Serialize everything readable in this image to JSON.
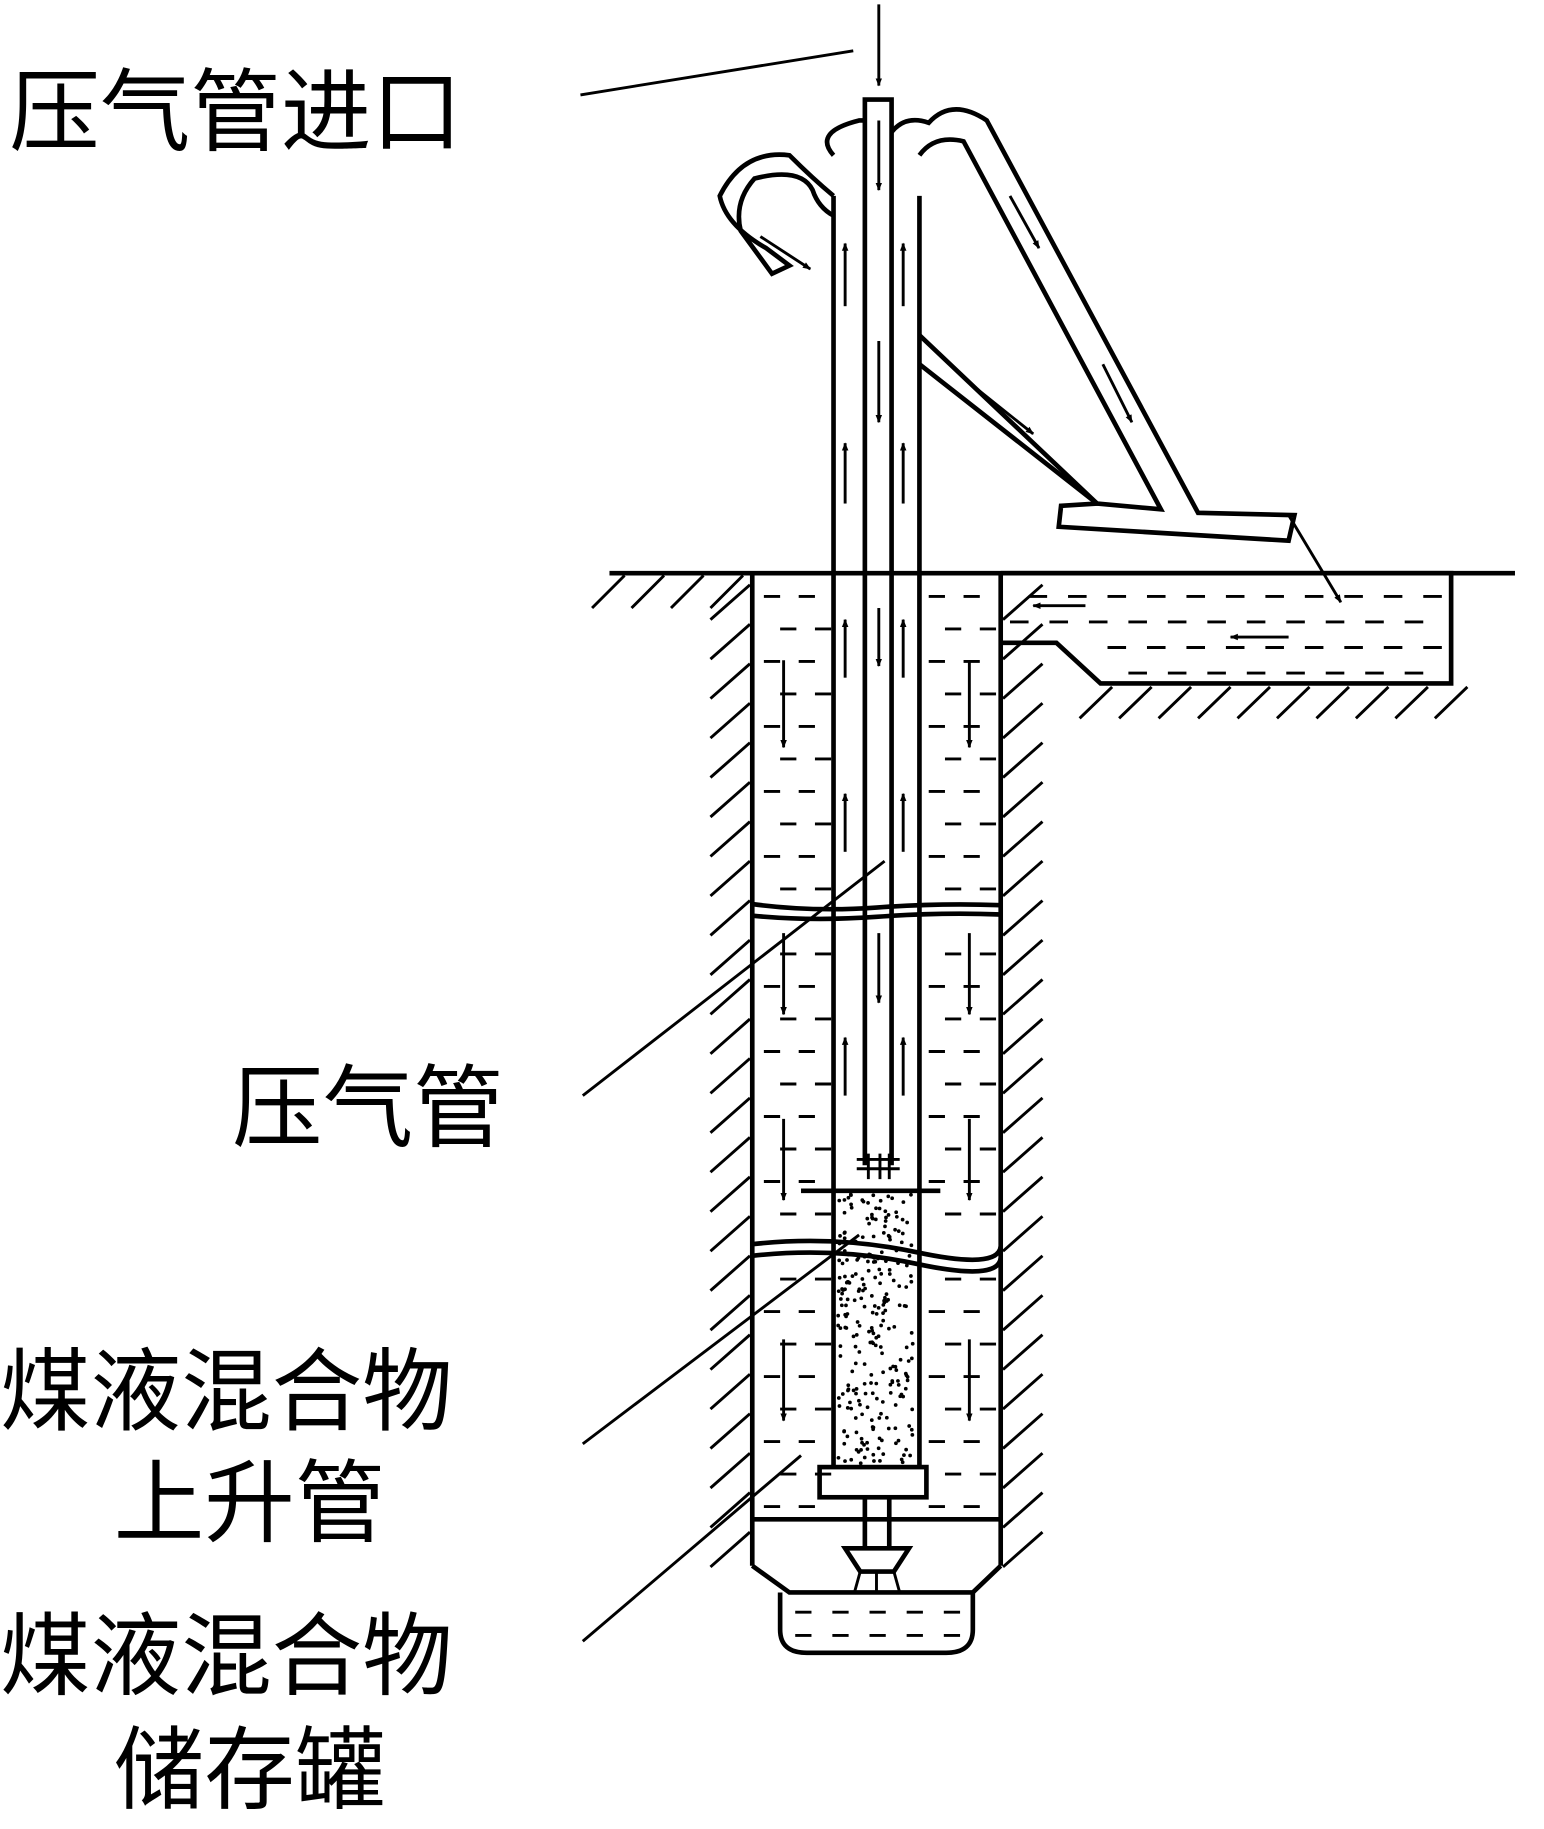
{
  "diagram": {
    "title": "Air-lift coal-liquid mixture extraction diagram",
    "labels": {
      "air_inlet": "压气管进口",
      "air_pipe": "压气管",
      "riser_line1": "煤液混合物",
      "riser_line2": "上升管",
      "tank_line1": "煤液混合物",
      "tank_line2": "储存罐"
    },
    "colors": {
      "line": "#000000",
      "background": "#ffffff"
    }
  }
}
